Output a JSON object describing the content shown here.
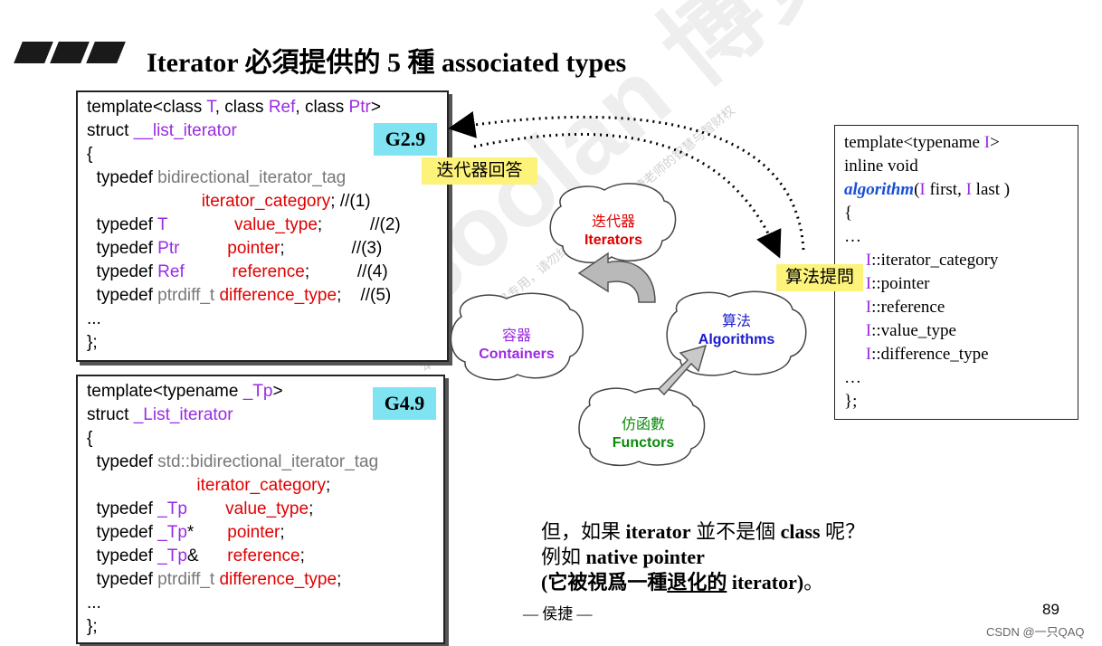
{
  "header": {
    "title": "Iterator 必須提供的 5 種 associated types"
  },
  "g29": {
    "badge": "G2.9",
    "lines": [
      [
        {
          "t": "template<class ",
          "c": "blk"
        },
        {
          "t": "T",
          "c": "purple"
        },
        {
          "t": ", class ",
          "c": "blk"
        },
        {
          "t": "Ref",
          "c": "purple"
        },
        {
          "t": ", class ",
          "c": "blk"
        },
        {
          "t": "Ptr",
          "c": "purple"
        },
        {
          "t": ">",
          "c": "blk"
        }
      ],
      [
        {
          "t": "struct ",
          "c": "blk"
        },
        {
          "t": "__list_iterator",
          "c": "purple"
        }
      ],
      [
        {
          "t": "{",
          "c": "blk"
        }
      ],
      [
        {
          "t": "  typedef ",
          "c": "blk"
        },
        {
          "t": "bidirectional_iterator_tag",
          "c": "gray"
        }
      ],
      [
        {
          "t": "                        ",
          "c": "blk"
        },
        {
          "t": "iterator_category",
          "c": "red"
        },
        {
          "t": "; //(1)",
          "c": "blk"
        }
      ],
      [
        {
          "t": "  typedef ",
          "c": "blk"
        },
        {
          "t": "T",
          "c": "purple"
        },
        {
          "t": "              ",
          "c": "blk"
        },
        {
          "t": "value_type",
          "c": "red"
        },
        {
          "t": ";          //(2)",
          "c": "blk"
        }
      ],
      [
        {
          "t": "  typedef ",
          "c": "blk"
        },
        {
          "t": "Ptr",
          "c": "purple"
        },
        {
          "t": "          ",
          "c": "blk"
        },
        {
          "t": "pointer",
          "c": "red"
        },
        {
          "t": ";              //(3)",
          "c": "blk"
        }
      ],
      [
        {
          "t": "  typedef ",
          "c": "blk"
        },
        {
          "t": "Ref",
          "c": "purple"
        },
        {
          "t": "          ",
          "c": "blk"
        },
        {
          "t": "reference",
          "c": "red"
        },
        {
          "t": ";          //(4)",
          "c": "blk"
        }
      ],
      [
        {
          "t": "  typedef ",
          "c": "blk"
        },
        {
          "t": "ptrdiff_t",
          "c": "gray"
        },
        {
          "t": " ",
          "c": "blk"
        },
        {
          "t": "difference_type",
          "c": "red"
        },
        {
          "t": ";    //(5)",
          "c": "blk"
        }
      ],
      [
        {
          "t": "...",
          "c": "blk"
        }
      ],
      [
        {
          "t": "};",
          "c": "blk"
        }
      ]
    ]
  },
  "g49": {
    "badge": "G4.9",
    "lines": [
      [
        {
          "t": "template<typename ",
          "c": "blk"
        },
        {
          "t": "_Tp",
          "c": "purple"
        },
        {
          "t": ">",
          "c": "blk"
        }
      ],
      [
        {
          "t": "struct ",
          "c": "blk"
        },
        {
          "t": "_List_iterator",
          "c": "purple"
        }
      ],
      [
        {
          "t": "{",
          "c": "blk"
        }
      ],
      [
        {
          "t": "  typedef ",
          "c": "blk"
        },
        {
          "t": "std::bidirectional_iterator_tag",
          "c": "gray"
        }
      ],
      [
        {
          "t": "                       ",
          "c": "blk"
        },
        {
          "t": "iterator_category",
          "c": "red"
        },
        {
          "t": ";",
          "c": "blk"
        }
      ],
      [
        {
          "t": "  typedef ",
          "c": "blk"
        },
        {
          "t": "_Tp",
          "c": "purple"
        },
        {
          "t": "        ",
          "c": "blk"
        },
        {
          "t": "value_type",
          "c": "red"
        },
        {
          "t": ";",
          "c": "blk"
        }
      ],
      [
        {
          "t": "  typedef ",
          "c": "blk"
        },
        {
          "t": "_Tp",
          "c": "purple"
        },
        {
          "t": "*       ",
          "c": "blk"
        },
        {
          "t": "pointer",
          "c": "red"
        },
        {
          "t": ";",
          "c": "blk"
        }
      ],
      [
        {
          "t": "  typedef ",
          "c": "blk"
        },
        {
          "t": "_Tp",
          "c": "purple"
        },
        {
          "t": "&      ",
          "c": "blk"
        },
        {
          "t": "reference",
          "c": "red"
        },
        {
          "t": ";",
          "c": "blk"
        }
      ],
      [
        {
          "t": "  typedef ",
          "c": "blk"
        },
        {
          "t": "ptrdiff_t",
          "c": "gray"
        },
        {
          "t": " ",
          "c": "blk"
        },
        {
          "t": "difference_type",
          "c": "red"
        },
        {
          "t": ";",
          "c": "blk"
        }
      ],
      [
        {
          "t": "...",
          "c": "blk"
        }
      ],
      [
        {
          "t": "};",
          "c": "blk"
        }
      ]
    ]
  },
  "algo": {
    "lines": [
      [
        {
          "t": "template<typename ",
          "c": "blk"
        },
        {
          "t": "I",
          "c": "purple"
        },
        {
          "t": ">",
          "c": "blk"
        }
      ],
      [
        {
          "t": "inline void",
          "c": "blk"
        }
      ],
      [
        {
          "t": "algorithm",
          "c": "blue",
          "i": true
        },
        {
          "t": "(",
          "c": "blk"
        },
        {
          "t": "I",
          "c": "purple"
        },
        {
          "t": " first, ",
          "c": "blk"
        },
        {
          "t": "I",
          "c": "purple"
        },
        {
          "t": " last )",
          "c": "blk"
        }
      ],
      [
        {
          "t": "{",
          "c": "blk"
        }
      ],
      [
        {
          "t": "…",
          "c": "blk"
        }
      ],
      [
        {
          "t": "     ",
          "c": "blk"
        },
        {
          "t": "I",
          "c": "purple"
        },
        {
          "t": "::iterator_category",
          "c": "blk"
        }
      ],
      [
        {
          "t": "     ",
          "c": "blk"
        },
        {
          "t": "I",
          "c": "purple"
        },
        {
          "t": "::pointer",
          "c": "blk"
        }
      ],
      [
        {
          "t": "     ",
          "c": "blk"
        },
        {
          "t": "I",
          "c": "purple"
        },
        {
          "t": "::reference",
          "c": "blk"
        }
      ],
      [
        {
          "t": "     ",
          "c": "blk"
        },
        {
          "t": "I",
          "c": "purple"
        },
        {
          "t": "::value_type",
          "c": "blk"
        }
      ],
      [
        {
          "t": "     ",
          "c": "blk"
        },
        {
          "t": "I",
          "c": "purple"
        },
        {
          "t": "::difference_type",
          "c": "blk"
        }
      ],
      [
        {
          "t": "…",
          "c": "blk"
        }
      ],
      [
        {
          "t": "};",
          "c": "blk"
        }
      ]
    ]
  },
  "callouts": {
    "iterator_answer": "迭代器回答",
    "algorithm_ask": "算法提問"
  },
  "diagram": {
    "iterators": {
      "zh": "迭代器",
      "en": "Iterators"
    },
    "containers": {
      "zh": "容器",
      "en": "Containers"
    },
    "algorithms": {
      "zh": "算法",
      "en": "Algorithms"
    },
    "functors": {
      "zh": "仿函數",
      "en": "Functors"
    }
  },
  "bottom": {
    "line1_a": "但，如果 ",
    "line1_b": "iterator",
    "line1_c": " 並不是個 ",
    "line1_d": "class",
    "line1_e": " 呢？",
    "line2_a": "例如 ",
    "line2_b": "native pointer",
    "line3_a": "(它被視爲一種",
    "line3_b": "退化的",
    "line3_c": " iterator",
    "line3_d": ")",
    "line3_e": "。"
  },
  "footer": {
    "author": "— 侯捷 —",
    "page": "89",
    "credit": "CSDN @一只QAQ"
  },
  "watermark": {
    "main": "Boolan 博览网",
    "small": "本讲义仅供购课学员专用，请勿线上传播，侵害侯捷老师的智慧与智财权"
  }
}
